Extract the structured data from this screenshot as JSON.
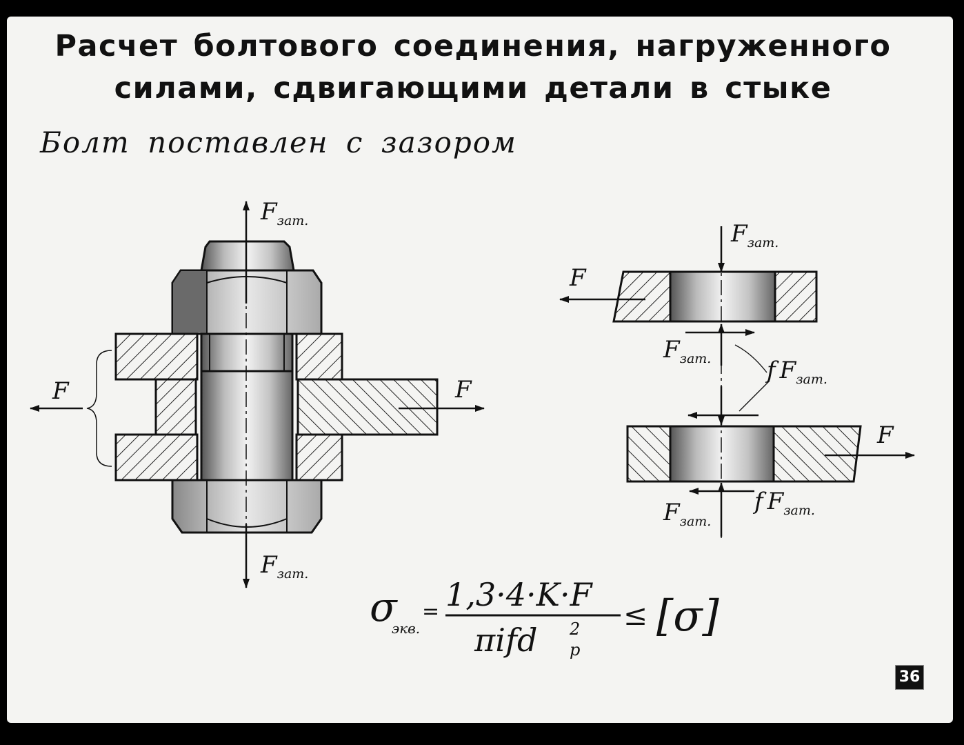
{
  "title": {
    "line1": "Расчет болтового соединения, нагруженного",
    "line2": "силами,  сдвигающими детали в стыке"
  },
  "subtitle": "Болт поставлен с зазором",
  "labels": {
    "force": "F",
    "clamp_force": "F",
    "clamp_force_sub": "зат.",
    "friction_coef": "f",
    "friction_force": "F",
    "friction_force_sub": "зат."
  },
  "formula": {
    "sigma": "σ",
    "sigma_sub": "экв.",
    "equals": "=",
    "numerator": "1,3·4·K·F",
    "denominator_main": "πifd",
    "denominator_sup": "2",
    "denominator_sub": "p",
    "leq": "≤",
    "rhs": "[σ]"
  },
  "page_number": "36"
}
